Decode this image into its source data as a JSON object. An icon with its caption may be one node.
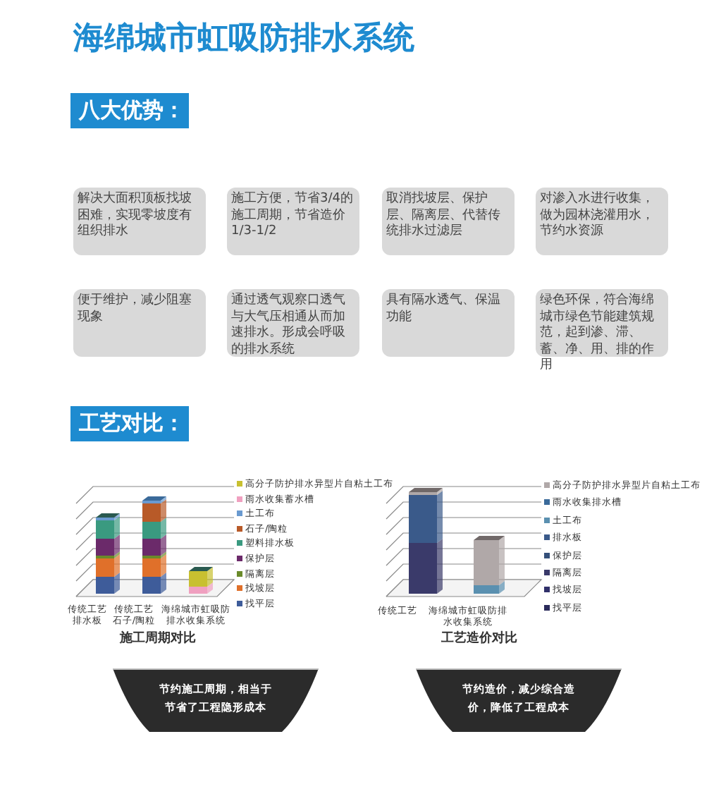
{
  "diagram": {
    "title": "海绵城市虹吸防排水系统",
    "nodes": [
      {
        "text": [
          "八大优势："
        ]
      },
      {
        "text": [
          "解决大面积顶板找坡困难，实现零坡度有组织排水"
        ]
      },
      {
        "text": [
          "施工方便，节省3/4的施工周期，节省造价1/3-1/2"
        ]
      },
      {
        "text": [
          "取消找坡层、保护层、隔离层、代替传统排水过滤层"
        ]
      },
      {
        "text": [
          "对渗入水进行收集，做为园林浇灌用水，节约水资源"
        ]
      },
      {
        "text": [
          "便于维护，减少阻塞现象"
        ]
      },
      {
        "text": [
          "通过透气观察口透气与大气压相通从而加速排水。形成会呼吸的排水系统"
        ]
      },
      {
        "text": [
          "具有隔水透气、保温功能"
        ]
      },
      {
        "text": [
          "绿色环保，符合海绵城市绿色节能建筑规范，起到渗、滞、蓄、净、用、排的作用"
        ]
      },
      {
        "text": [
          "工艺对比："
        ]
      },
      {
        "text": [
          "节约施工周期，相当于节省了工程隐形成本"
        ]
      },
      {
        "text": [
          "节约造价，减少综合造价，降低了工程成本"
        ]
      }
    ],
    "labels": [
      "传统工艺排水板",
      "传统工艺石子/陶粒",
      "海绵城市虹吸防排水收集系统",
      "施工周期对比",
      "传统工艺",
      "海绵城市虹吸防排水收集系统",
      "工艺造价对比"
    ],
    "legend": [
      {
        "text": "高分子防护排水异型片自粘土工布",
        "color": "#c8c030"
      },
      {
        "text": "雨水收集蓄水槽",
        "color": "#f0a0c0"
      },
      {
        "text": "土工布",
        "color": "#6a9ad0"
      },
      {
        "text": "石子/陶粒",
        "color": "#b85a28"
      },
      {
        "text": "塑料排水板",
        "color": "#3a9a80"
      },
      {
        "text": "保护层",
        "color": "#6b2a6a"
      },
      {
        "text": "隔离层",
        "color": "#6a8a2a"
      },
      {
        "text": "找坡层",
        "color": "#e0702a"
      },
      {
        "text": "找平层",
        "color": "#3e5c9a"
      },
      {
        "text": "高分子防护排水异型片自粘土工布",
        "color": "#b0a8a8"
      },
      {
        "text": "雨水收集排水槽",
        "color": "#3a6a9a"
      },
      {
        "text": "土工布",
        "color": "#5a90b0"
      },
      {
        "text": "排水板",
        "color": "#3a5a8a"
      },
      {
        "text": "保护层",
        "color": "#34507a"
      },
      {
        "text": "隔离层",
        "color": "#3a3a6a"
      },
      {
        "text": "找坡层",
        "color": "#30306a"
      },
      {
        "text": "找平层",
        "color": "#2a2a5a"
      }
    ]
  }
}
